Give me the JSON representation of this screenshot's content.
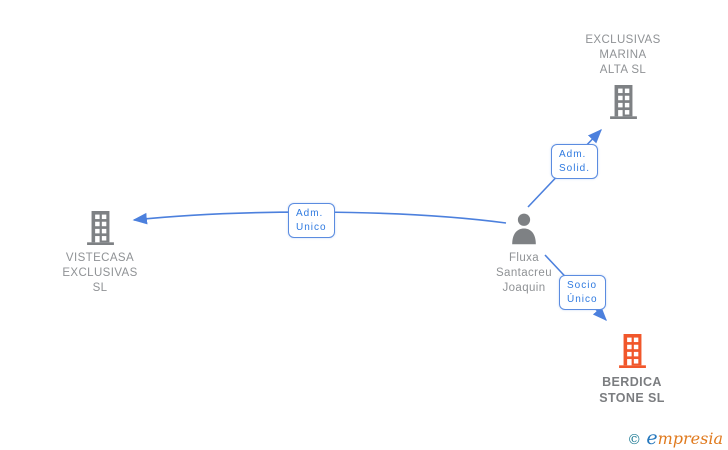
{
  "diagram": {
    "nodes": [
      {
        "id": "exclusivas-marina-alta",
        "type": "company",
        "icon": "building-icon",
        "label_lines": [
          "EXCLUSIVAS",
          "MARINA",
          "ALTA SL"
        ]
      },
      {
        "id": "vistecasa-exclusivas",
        "type": "company",
        "icon": "building-icon",
        "label_lines": [
          "VISTECASA",
          "EXCLUSIVAS",
          "SL"
        ]
      },
      {
        "id": "fluxa-santacreu-joaquin",
        "type": "person",
        "icon": "person-icon",
        "label_lines": [
          "Fluxa",
          "Santacreu",
          "Joaquin"
        ]
      },
      {
        "id": "berdica-stone",
        "type": "company",
        "icon": "building-icon",
        "label_lines": [
          "BERDICA",
          "STONE SL"
        ]
      }
    ],
    "edges": [
      {
        "from": "fluxa-santacreu-joaquin",
        "to": "exclusivas-marina-alta",
        "label_lines": [
          "Adm.",
          "Solid."
        ]
      },
      {
        "from": "fluxa-santacreu-joaquin",
        "to": "vistecasa-exclusivas",
        "label_lines": [
          "Adm.",
          "Unico"
        ]
      },
      {
        "from": "fluxa-santacreu-joaquin",
        "to": "berdica-stone",
        "label_lines": [
          "Socio",
          "Único"
        ]
      }
    ],
    "colors": {
      "edge_blue": "#4c80dd",
      "label_border_blue": "#5b8ce0",
      "label_text_blue": "#2f7ae0",
      "icon_gray": "#7e8184",
      "icon_orange": "#f1572b",
      "node_text_gray": "#8f9295"
    }
  },
  "footer": {
    "copyright_symbol": "©",
    "brand_first_letter": "e",
    "brand_rest": "mpresia"
  }
}
